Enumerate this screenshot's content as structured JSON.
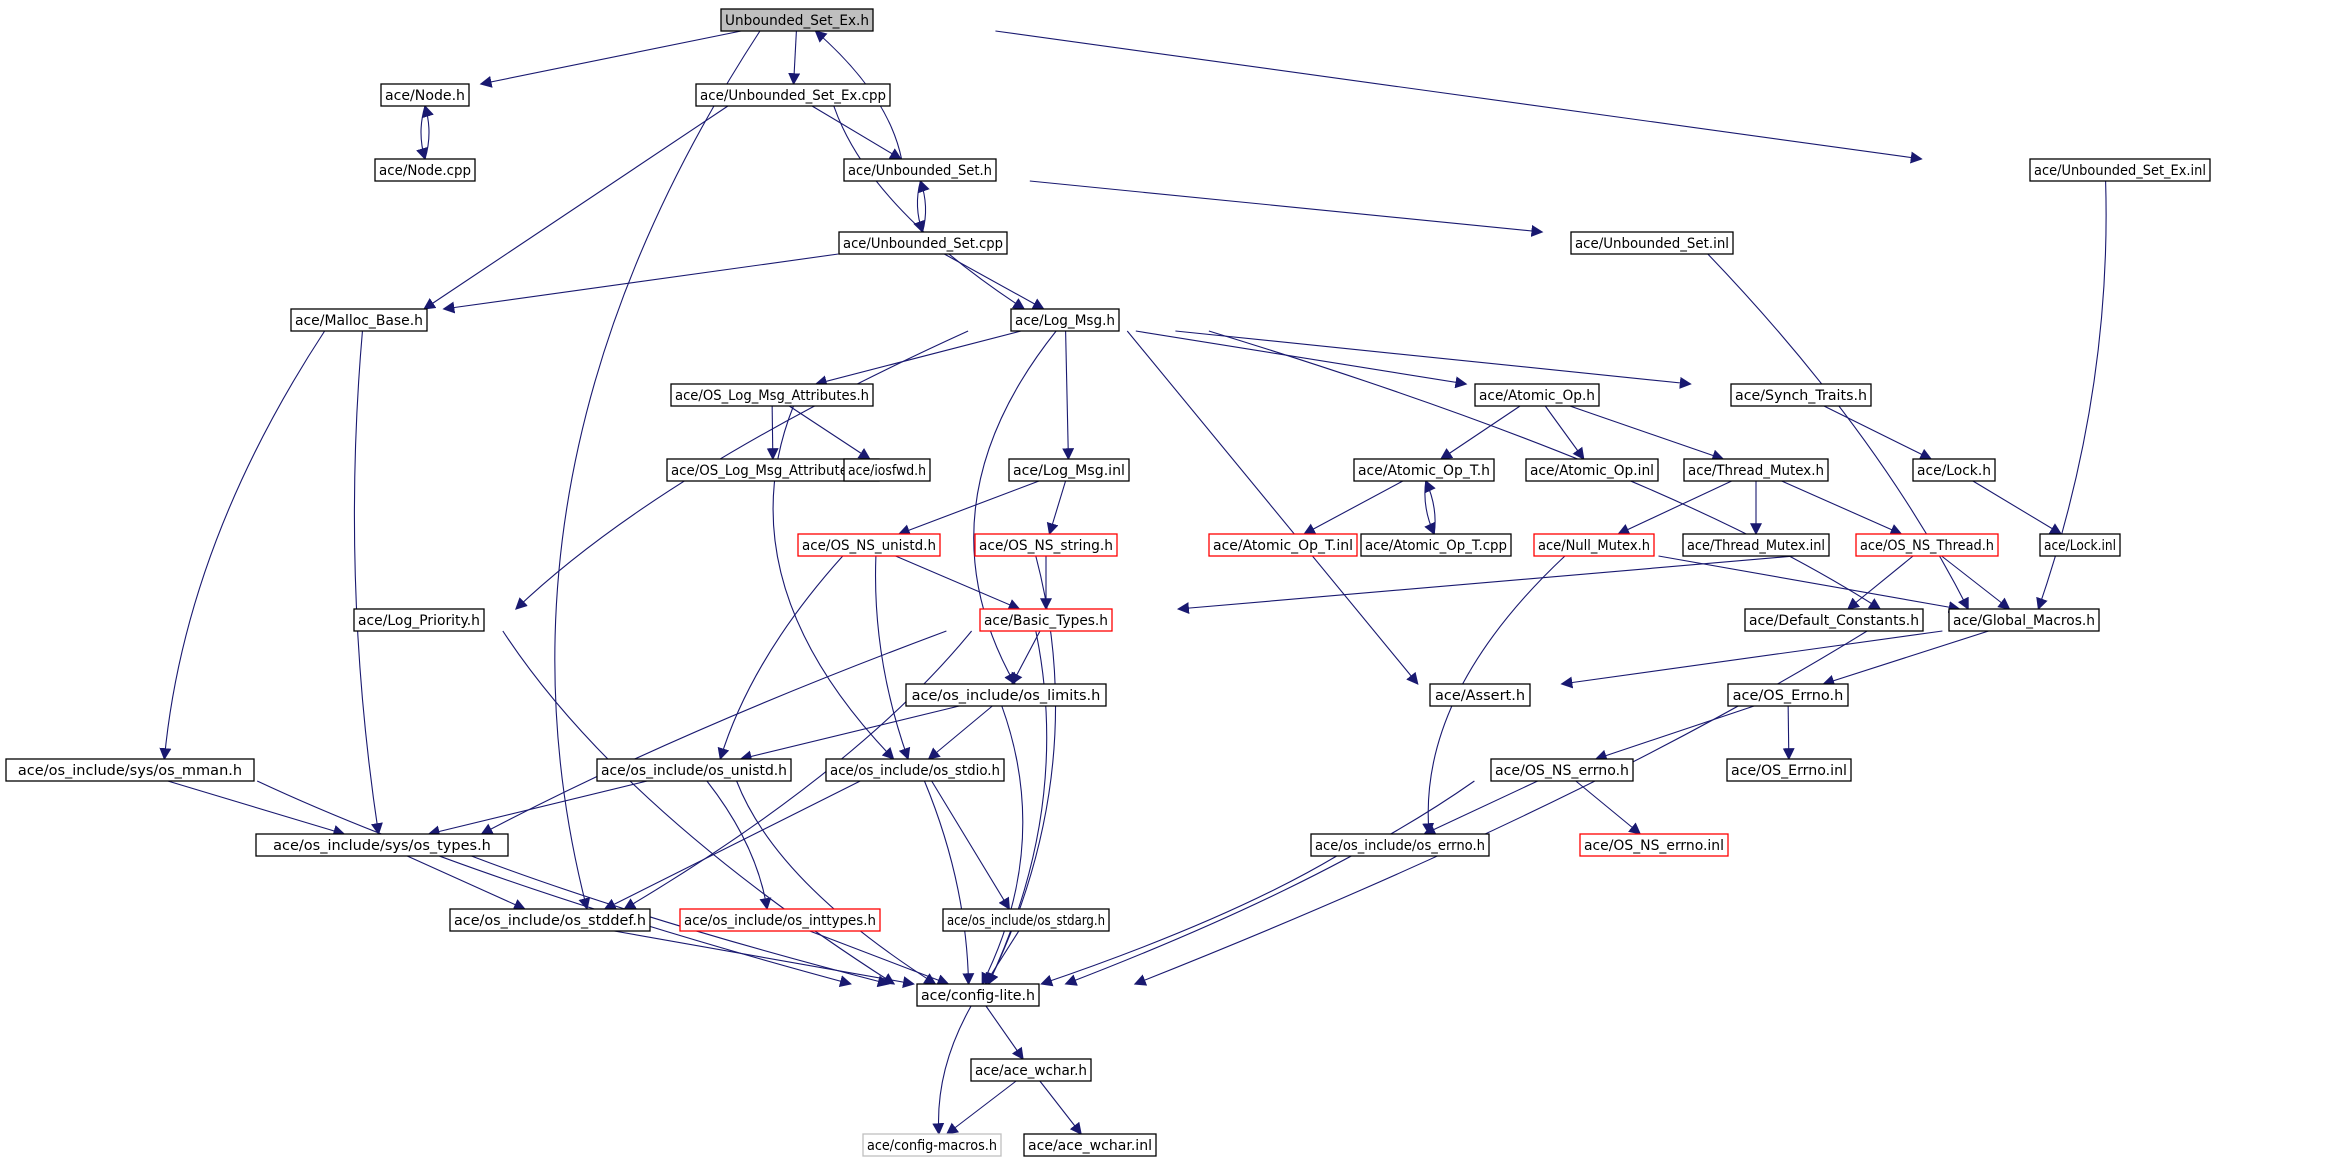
{
  "colors": {
    "edge": "#191970",
    "node_border": "#000000",
    "node_border_truncated": "#ff0000",
    "node_border_gray": "#bfbfbf",
    "root_fill": "#bfbfbf",
    "node_fill": "#ffffff",
    "text": "#000000"
  },
  "nodes": [
    {
      "id": "root",
      "label": "Unbounded_Set_Ex.h",
      "style": "root"
    },
    {
      "id": "node_h",
      "label": "ace/Node.h",
      "style": "normal"
    },
    {
      "id": "node_cpp",
      "label": "ace/Node.cpp",
      "style": "normal"
    },
    {
      "id": "use_cpp",
      "label": "ace/Unbounded_Set_Ex.cpp",
      "style": "normal"
    },
    {
      "id": "us_h",
      "label": "ace/Unbounded_Set.h",
      "style": "normal"
    },
    {
      "id": "us_cpp",
      "label": "ace/Unbounded_Set.cpp",
      "style": "normal"
    },
    {
      "id": "us_inl",
      "label": "ace/Unbounded_Set.inl",
      "style": "normal"
    },
    {
      "id": "use_inl",
      "label": "ace/Unbounded_Set_Ex.inl",
      "style": "normal"
    },
    {
      "id": "malloc",
      "label": "ace/Malloc_Base.h",
      "style": "normal"
    },
    {
      "id": "logmsg",
      "label": "ace/Log_Msg.h",
      "style": "normal"
    },
    {
      "id": "oslma",
      "label": "ace/OS_Log_Msg_Attributes.h",
      "style": "normal"
    },
    {
      "id": "oslmai",
      "label": "ace/OS_Log_Msg_Attributes.inl",
      "style": "normal"
    },
    {
      "id": "iosfwd",
      "label": "ace/iosfwd.h",
      "style": "normal"
    },
    {
      "id": "logmsginl",
      "label": "ace/Log_Msg.inl",
      "style": "normal"
    },
    {
      "id": "atomic",
      "label": "ace/Atomic_Op.h",
      "style": "normal"
    },
    {
      "id": "synch",
      "label": "ace/Synch_Traits.h",
      "style": "normal"
    },
    {
      "id": "lock",
      "label": "ace/Lock.h",
      "style": "normal"
    },
    {
      "id": "lockinl",
      "label": "ace/Lock.inl",
      "style": "normal"
    },
    {
      "id": "atomict",
      "label": "ace/Atomic_Op_T.h",
      "style": "normal"
    },
    {
      "id": "atomicinl",
      "label": "ace/Atomic_Op.inl",
      "style": "normal"
    },
    {
      "id": "threadmutex",
      "label": "ace/Thread_Mutex.h",
      "style": "normal"
    },
    {
      "id": "atomictinl",
      "label": "ace/Atomic_Op_T.inl",
      "style": "red"
    },
    {
      "id": "atomictcpp",
      "label": "ace/Atomic_Op_T.cpp",
      "style": "normal"
    },
    {
      "id": "nullmutex",
      "label": "ace/Null_Mutex.h",
      "style": "red"
    },
    {
      "id": "tmutexinl",
      "label": "ace/Thread_Mutex.inl",
      "style": "normal"
    },
    {
      "id": "osnsthread",
      "label": "ace/OS_NS_Thread.h",
      "style": "red"
    },
    {
      "id": "osnsunistd",
      "label": "ace/OS_NS_unistd.h",
      "style": "red"
    },
    {
      "id": "osnsstring",
      "label": "ace/OS_NS_string.h",
      "style": "red"
    },
    {
      "id": "logprio",
      "label": "ace/Log_Priority.h",
      "style": "normal"
    },
    {
      "id": "basictypes",
      "label": "ace/Basic_Types.h",
      "style": "red"
    },
    {
      "id": "defconst",
      "label": "ace/Default_Constants.h",
      "style": "normal"
    },
    {
      "id": "globalmacros",
      "label": "ace/Global_Macros.h",
      "style": "normal"
    },
    {
      "id": "oslimits",
      "label": "ace/os_include/os_limits.h",
      "style": "normal"
    },
    {
      "id": "assert",
      "label": "ace/Assert.h",
      "style": "normal"
    },
    {
      "id": "oserrno",
      "label": "ace/OS_Errno.h",
      "style": "normal"
    },
    {
      "id": "osmman",
      "label": "ace/os_include/sys/os_mman.h",
      "style": "normal"
    },
    {
      "id": "osunistd",
      "label": "ace/os_include/os_unistd.h",
      "style": "normal"
    },
    {
      "id": "osstdio",
      "label": "ace/os_include/os_stdio.h",
      "style": "normal"
    },
    {
      "id": "osnserrno",
      "label": "ace/OS_NS_errno.h",
      "style": "normal"
    },
    {
      "id": "oserrnoinl",
      "label": "ace/OS_Errno.inl",
      "style": "normal"
    },
    {
      "id": "ostypes",
      "label": "ace/os_include/sys/os_types.h",
      "style": "normal"
    },
    {
      "id": "oserrnoh",
      "label": "ace/os_include/os_errno.h",
      "style": "normal"
    },
    {
      "id": "osnserrnoinl",
      "label": "ace/OS_NS_errno.inl",
      "style": "red"
    },
    {
      "id": "osstddef",
      "label": "ace/os_include/os_stddef.h",
      "style": "normal"
    },
    {
      "id": "osinttypes",
      "label": "ace/os_include/os_inttypes.h",
      "style": "red"
    },
    {
      "id": "osstdarg",
      "label": "ace/os_include/os_stdarg.h",
      "style": "normal"
    },
    {
      "id": "configlite",
      "label": "ace/config-lite.h",
      "style": "normal"
    },
    {
      "id": "acewchar",
      "label": "ace/ace_wchar.h",
      "style": "normal"
    },
    {
      "id": "configmacros",
      "label": "ace/config-macros.h",
      "style": "gray"
    },
    {
      "id": "acewcharinl",
      "label": "ace/ace_wchar.inl",
      "style": "normal"
    }
  ]
}
